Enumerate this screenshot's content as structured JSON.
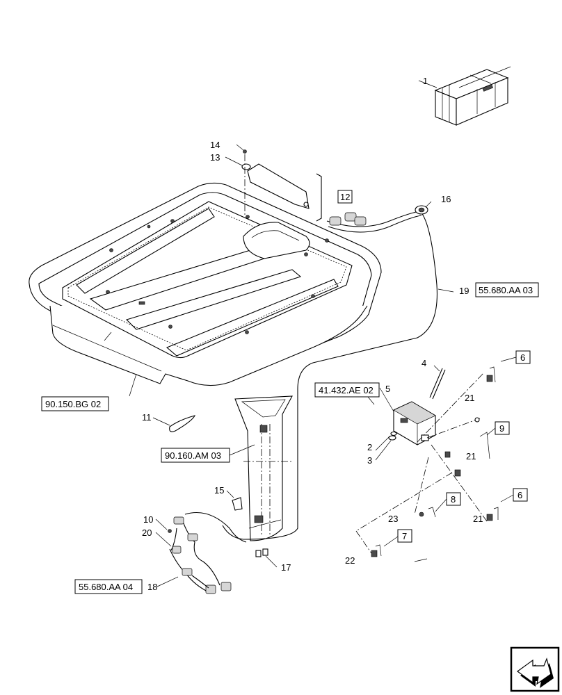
{
  "callouts": {
    "c1": "1",
    "c2": "2",
    "c3": "3",
    "c4": "4",
    "c5": "5",
    "c6a": "6",
    "c6b": "6",
    "c7": "7",
    "c8": "8",
    "c9": "9",
    "c10": "10",
    "c11": "11",
    "c12": "12",
    "c13": "13",
    "c14": "14",
    "c15": "15",
    "c16": "16",
    "c17": "17",
    "c18": "18",
    "c19": "19",
    "c20": "20",
    "c21a": "21",
    "c21b": "21",
    "c21c": "21",
    "c22": "22",
    "c23": "23"
  },
  "references": {
    "r_90150": "90.150.BG 02",
    "r_90160": "90.160.AM 03",
    "r_5568003": "55.680.AA 03",
    "r_5568004": "55.680.AA 04",
    "r_41432": "41.432.AE 02"
  },
  "nav_icon": "next-page-arrow-icon"
}
